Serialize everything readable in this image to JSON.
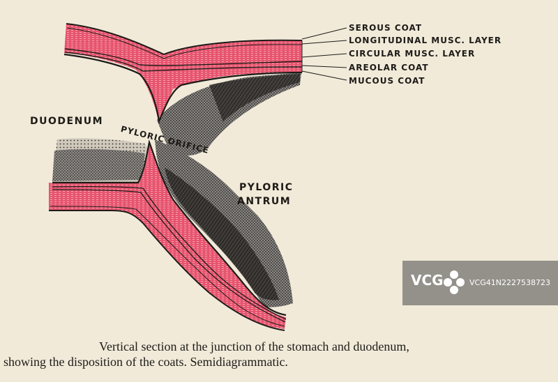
{
  "layers": {
    "serous": "SEROUS COAT",
    "longitudinal": "LONGITUDINAL MUSC. LAYER",
    "circular": "CIRCULAR MUSC. LAYER",
    "areolar": "AREOLAR COAT",
    "mucous": "MUCOUS COAT"
  },
  "regions": {
    "duodenum": "DUODENUM",
    "pyloric_orifice": "PYLORIC ORIFICE",
    "pyloric_antrum_1": "PYLORIC",
    "pyloric_antrum_2": "ANTRUM"
  },
  "caption": {
    "line1": "Vertical section at the junction of the stomach and duodenum,",
    "line2": "showing the disposition of the coats.   Semidiagrammatic."
  },
  "watermark": {
    "logo": "VCG",
    "id": "VCG41N2227538723"
  },
  "colors": {
    "muscle": "#e7546e",
    "muscle_light": "#f2a2b2",
    "ink": "#1d1b18",
    "paper": "#f1ead9"
  }
}
